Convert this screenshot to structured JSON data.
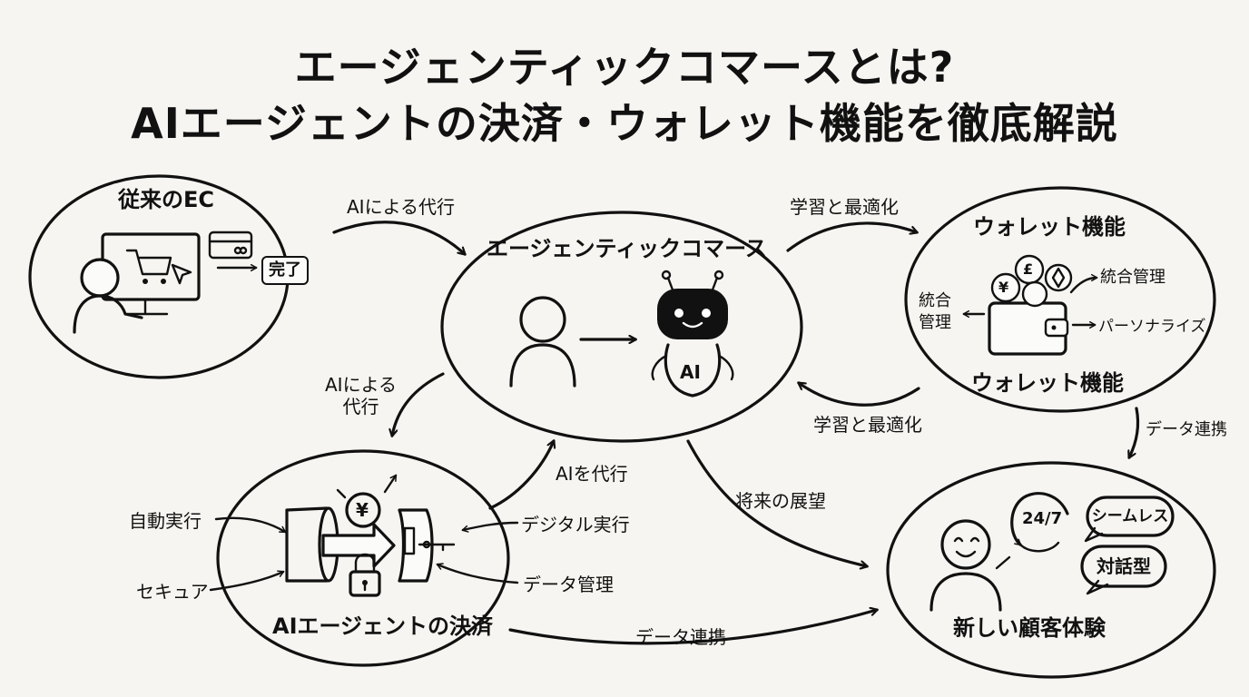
{
  "title": {
    "line1": "エージェンティックコマースとは?",
    "line2": "AIエージェントの決済・ウォレット機能を徹底解説"
  },
  "nodes": {
    "traditional_ec": {
      "label": "従来のEC",
      "done_label": "完了"
    },
    "agentic_commerce": {
      "label": "エージェンティックコマース",
      "robot_label": "AI"
    },
    "wallet": {
      "label_top": "ウォレット機能",
      "label_bottom": "ウォレット機能",
      "features": [
        "統合管理",
        "パーソナライズ"
      ],
      "side_label": "統合\n管理"
    },
    "ai_payment": {
      "label": "AIエージェントの決済",
      "features_left": [
        "自動実行",
        "セキュア"
      ],
      "features_right": [
        "デジタル実行",
        "データ管理"
      ]
    },
    "customer_experience": {
      "label": "新しい顧客体験",
      "clock": "24/7",
      "bubbles": [
        "シームレス",
        "対話型"
      ]
    }
  },
  "connections": {
    "ec_to_agentic": "AIによる代行",
    "agentic_to_wallet": "学習と最適化",
    "wallet_to_agentic": "学習と最適化",
    "agentic_to_payment": "AIによる\n代行",
    "payment_to_agentic": "AIを代行",
    "agentic_to_experience": "将来の展望",
    "wallet_to_experience": "データ連携",
    "payment_to_experience": "データ連携"
  },
  "icons": {
    "currency": [
      "¥",
      "£"
    ],
    "payment_currency": "¥"
  }
}
